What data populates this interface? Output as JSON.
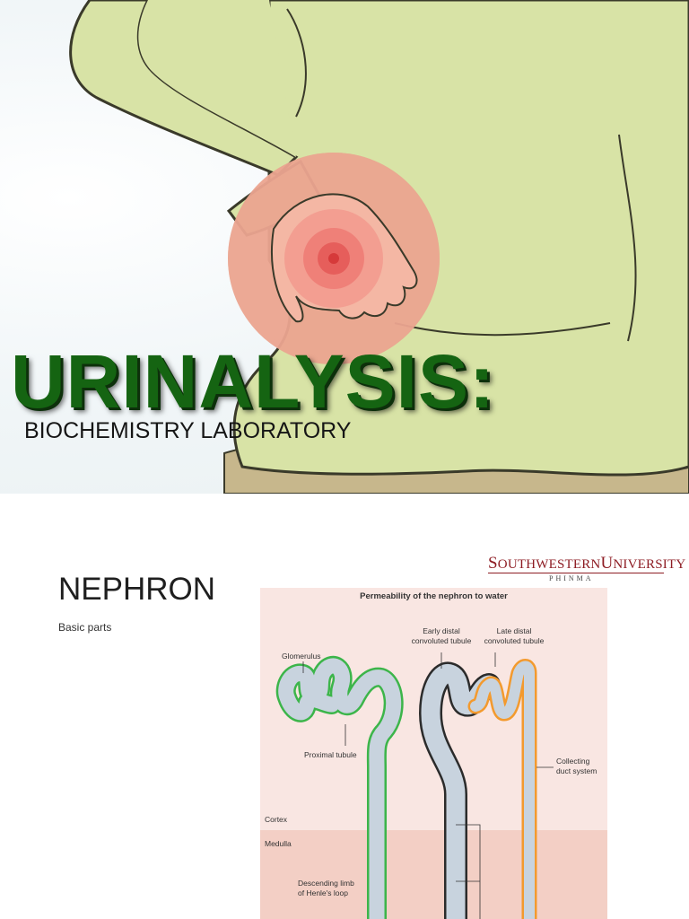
{
  "slide1": {
    "title": "URINALYSIS:",
    "subtitle": "BIOCHEMISTRY LABORATORY"
  },
  "slide2": {
    "heading": "NEPHRON",
    "subheading": "Basic parts",
    "logo": {
      "name_parts": [
        "S",
        "OUTHWESTERN",
        "U",
        "NIVERSITY"
      ],
      "tagline": "PHINMA"
    },
    "diagram": {
      "title": "Permeability of the nephron to water",
      "labels": {
        "glomerulus": "Glomerulus",
        "early_distal": [
          "Early distal",
          "convoluted tubule"
        ],
        "late_distal": [
          "Late distal",
          "convoluted tubule"
        ],
        "proximal": "Proximal tubule",
        "collecting": [
          "Collecting",
          "duct system"
        ],
        "cortex": "Cortex",
        "medulla": "Medulla",
        "descending": [
          "Descending limb",
          "of Henle's loop"
        ]
      },
      "colors": {
        "cortex_bg": "#f9e6e2",
        "medulla_bg": "#f3cfc5",
        "tubule_fill": "#c8d3de",
        "proximal_outline": "#3cb54a",
        "distal_outline": "#2b2b2b",
        "collecting_outline": "#f39a2e"
      }
    }
  }
}
